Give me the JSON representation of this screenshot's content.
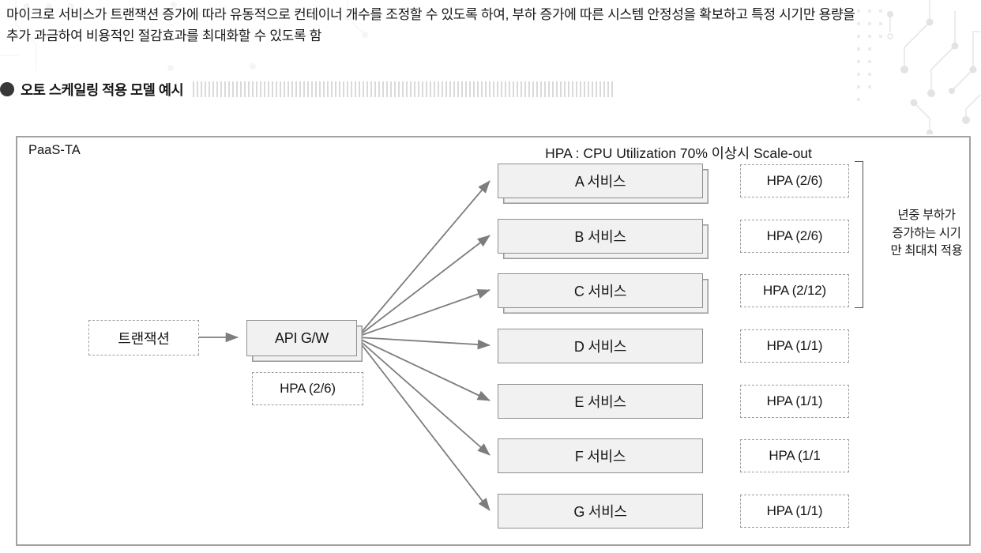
{
  "content": {
    "intro_lines": [
      "마이크로 서비스가 트랜잭션 증가에 따라 유동적으로 컨테이너 개수를 조정할 수 있도록 하여, 부하 증가에 따른 시스템 안정성을 확보하고 특정 시기만 용량을",
      "추가 과금하여 비용적인 절감효과를 최대화할 수 있도록 함"
    ],
    "section_title": "오토 스케일링 적용 모델 예시"
  },
  "diagram": {
    "platform_label": "PaaS-TA",
    "title": "HPA : CPU Utilization 70% 이상시 Scale-out",
    "transaction_label": "트랜잭션",
    "gateway_label": "API G/W",
    "gateway_hpa": "HPA (2/6)",
    "services": [
      {
        "label": "A 서비스",
        "hpa": "HPA (2/6)"
      },
      {
        "label": "B 서비스",
        "hpa": "HPA (2/6)"
      },
      {
        "label": "C 서비스",
        "hpa": "HPA (2/12)"
      },
      {
        "label": "D 서비스",
        "hpa": "HPA (1/1)"
      },
      {
        "label": "E 서비스",
        "hpa": "HPA (1/1)"
      },
      {
        "label": "F 서비스",
        "hpa": "HPA (1/1"
      },
      {
        "label": "G 서비스",
        "hpa": "HPA (1/1)"
      }
    ],
    "bracket_note": "년중 부하가\n증가하는 시기\n만 최대치 적용",
    "colors": {
      "box_fill": "#f1f1f1",
      "box_border": "#8f8f8f",
      "dashed_border": "#9e9e9e",
      "arrow": "#7d7d7d",
      "frame_border": "#a2a2a2",
      "stripe": "#dadada",
      "bullet": "#383838",
      "circuit_pattern": "#e7e7e7"
    }
  }
}
